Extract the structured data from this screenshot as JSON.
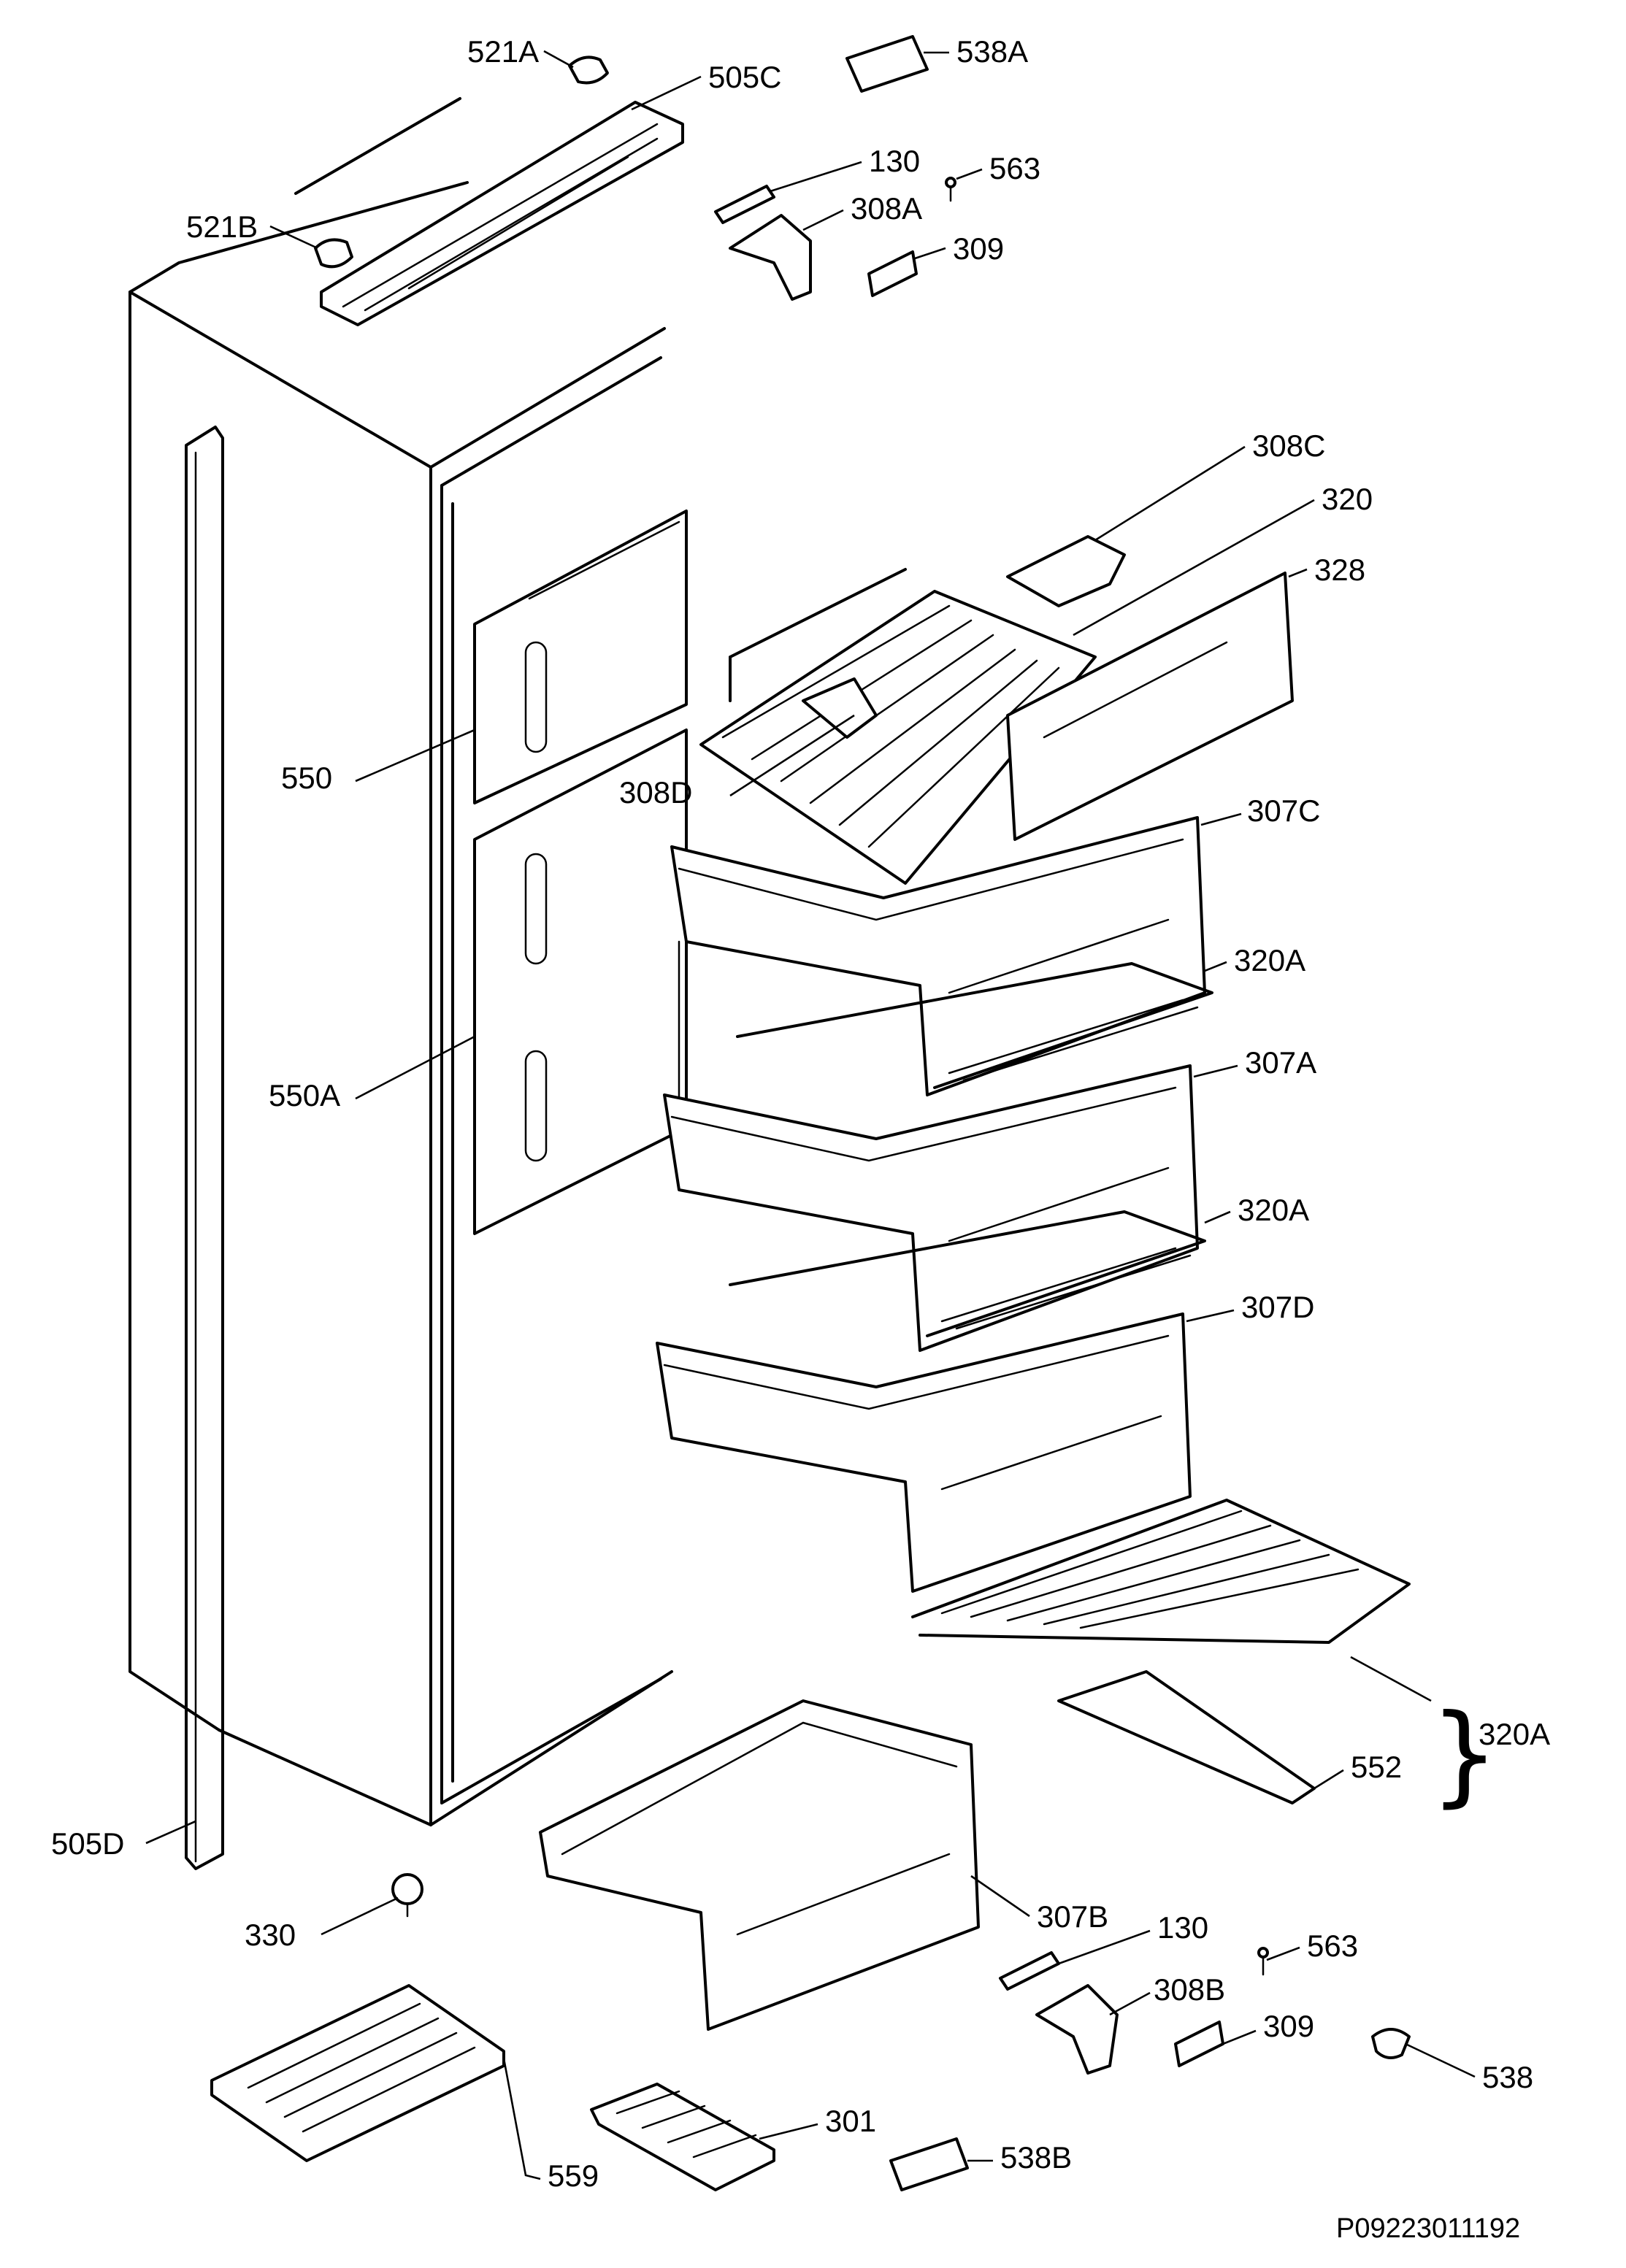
{
  "labels": {
    "p521a": "521A",
    "p505c": "505C",
    "p538a": "538A",
    "p130_top": "130",
    "p563_top": "563",
    "p308a": "308A",
    "p309_top": "309",
    "p521b": "521B",
    "p308c": "308C",
    "p320": "320",
    "p328": "328",
    "p550": "550",
    "p308d": "308D",
    "p307c": "307C",
    "p320a_1": "320A",
    "p550a": "550A",
    "p307a": "307A",
    "p320a_2": "320A",
    "p307d": "307D",
    "p320a_3": "320A",
    "p552": "552",
    "p505d": "505D",
    "p330": "330",
    "p307b": "307B",
    "p130_bottom": "130",
    "p563_bottom": "563",
    "p308b": "308B",
    "p309_bottom": "309",
    "p538": "538",
    "p559": "559",
    "p301": "301",
    "p538b": "538B"
  },
  "drawing_code": "P09223011192"
}
